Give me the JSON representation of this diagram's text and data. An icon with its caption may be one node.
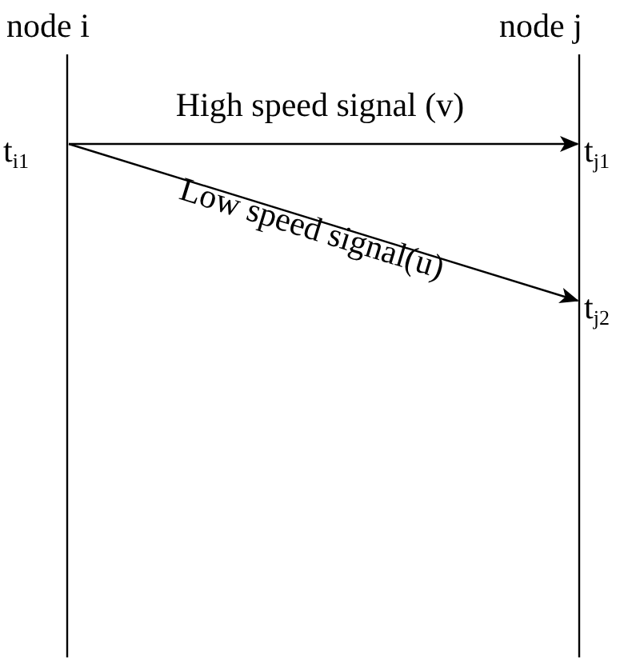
{
  "diagram": {
    "nodes": [
      {
        "text": [
          "node i"
        ]
      },
      {
        "text": [
          "node j"
        ]
      },
      {
        "text": [
          "t$_{i1}$"
        ]
      },
      {
        "text": [
          "t$_{j1}$"
        ]
      },
      {
        "text": [
          "t$_{j2}$"
        ]
      }
    ],
    "edges": [
      {
        "from": 2,
        "to": 3,
        "arrow": "to",
        "label": "High speed signal (v)"
      },
      {
        "from": 2,
        "to": 4,
        "arrow": "to",
        "label": "Low speed signal(u)"
      }
    ]
  }
}
